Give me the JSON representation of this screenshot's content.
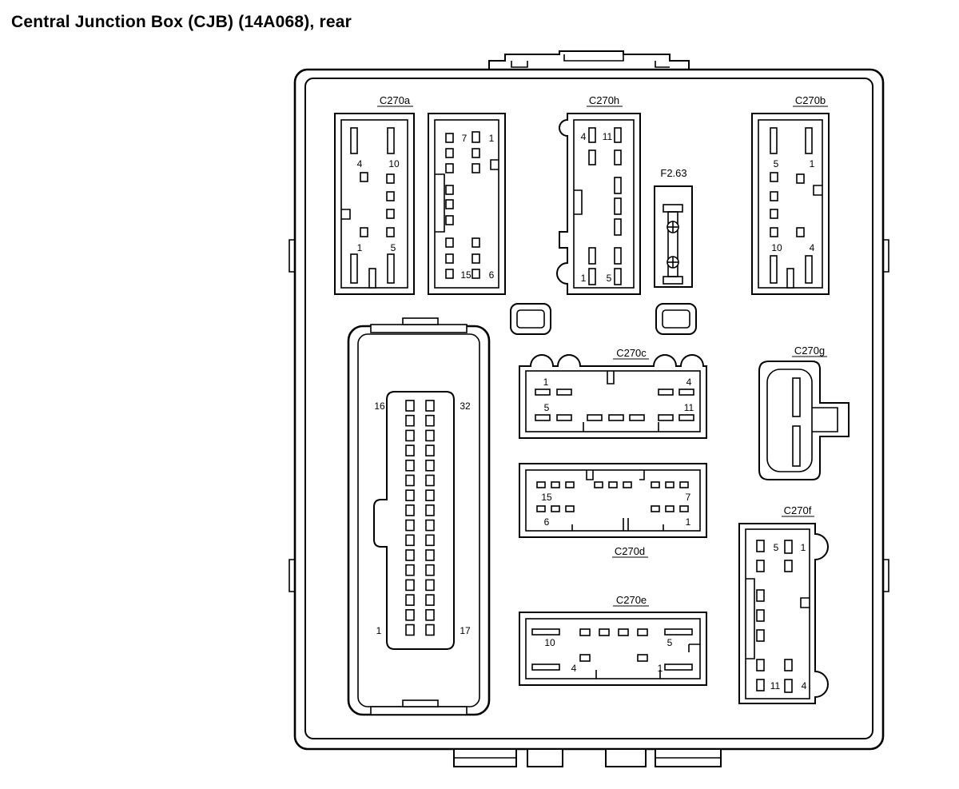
{
  "title": "Central Junction Box (CJB) (14A068), rear",
  "connectors": {
    "C270a": {
      "label": "C270a",
      "pins": [
        "4",
        "10",
        "1",
        "5"
      ]
    },
    "C270a_right": {
      "pins": [
        "7",
        "1",
        "15",
        "6"
      ]
    },
    "C270h": {
      "label": "C270h",
      "pins": [
        "4",
        "11",
        "1",
        "5"
      ]
    },
    "F263": {
      "label": "F2.63"
    },
    "C270b": {
      "label": "C270b",
      "pins": [
        "5",
        "1",
        "10",
        "4"
      ]
    },
    "C270_large": {
      "pins": [
        "16",
        "32",
        "1",
        "17"
      ]
    },
    "C270c": {
      "label": "C270c",
      "pins": [
        "1",
        "4",
        "5",
        "11"
      ]
    },
    "C270g": {
      "label": "C270g"
    },
    "C270d": {
      "label": "C270d",
      "pins": [
        "15",
        "7",
        "6",
        "1"
      ]
    },
    "C270f": {
      "label": "C270f",
      "pins": [
        "5",
        "1",
        "11",
        "4"
      ]
    },
    "C270e": {
      "label": "C270e",
      "pins": [
        "10",
        "5",
        "4",
        "1"
      ]
    }
  }
}
